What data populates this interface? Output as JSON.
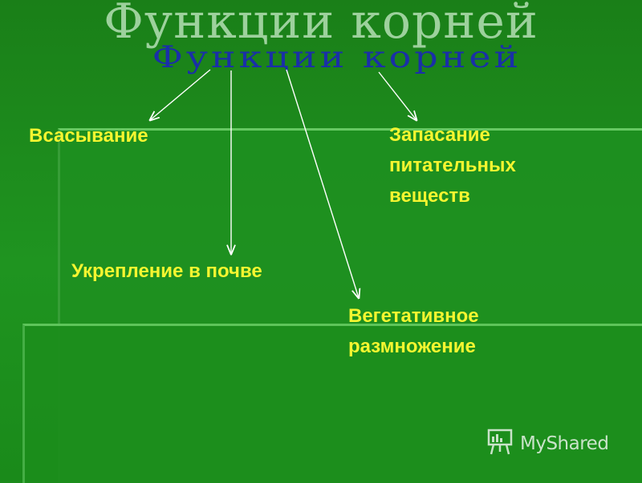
{
  "slide": {
    "title_shadow": "Функции корней",
    "title": "Функции корней",
    "nodes": [
      {
        "id": "absorb",
        "label": "Всасывание"
      },
      {
        "id": "storage",
        "label": "Запасание\nпитательных\nвеществ"
      },
      {
        "id": "anchor",
        "label": "Укрепление в почве"
      },
      {
        "id": "vegetative",
        "label": "Вегетативное\nразмножение"
      }
    ]
  },
  "watermark": {
    "text": "MyShared",
    "icon": "presentation-board-icon"
  },
  "colors": {
    "background": "#1c8c1c",
    "label": "#f5f530",
    "title": "#1a2fa8",
    "title_shadow": "#c9ecc9",
    "arrow": "#ffffff"
  }
}
